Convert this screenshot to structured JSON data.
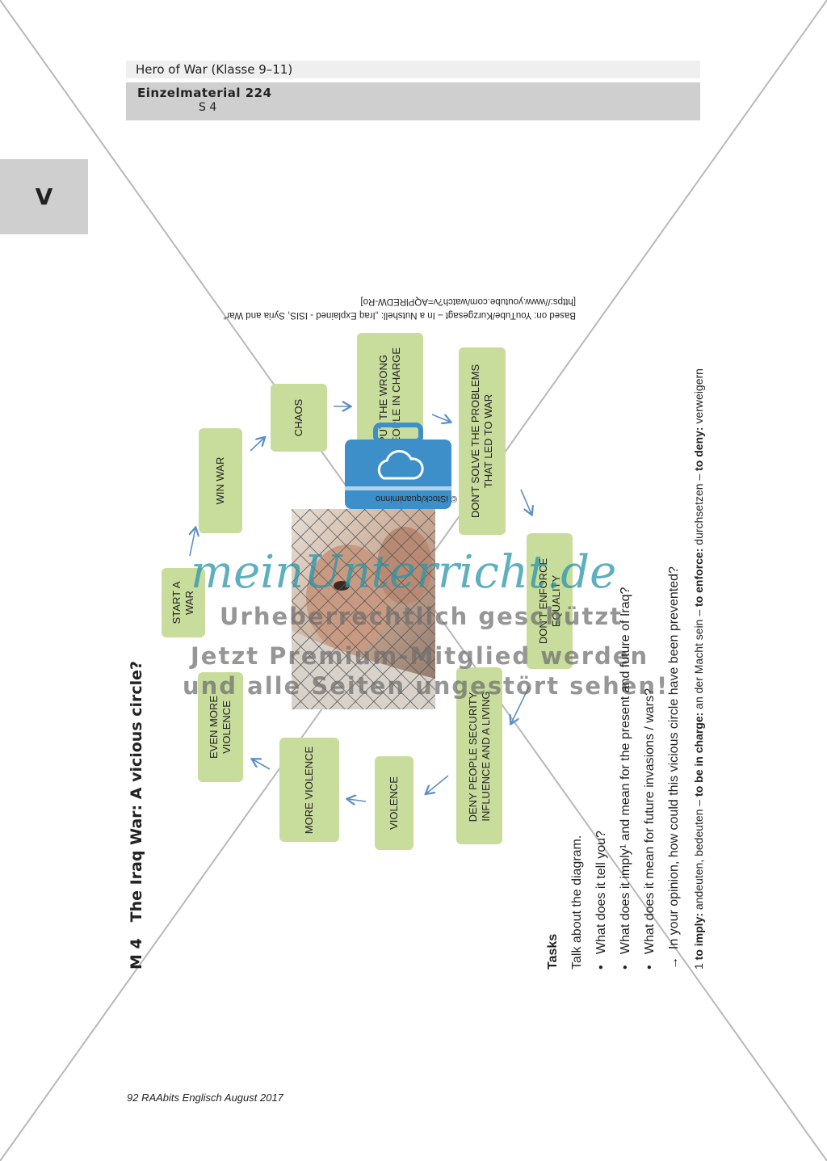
{
  "header": {
    "series": "Hero of War (Klasse 9–11)",
    "material": "Einzelmaterial 224",
    "page": "S 4",
    "section_tab": "V"
  },
  "worksheet": {
    "number": "M 4",
    "title": "The Iraq War: A vicious circle?",
    "source_line1": "Based on: YouTube/Kurzgesagt – In a Nutshell: „Iraq Explained - ISIS, Syria and War“",
    "source_line2": "[https://www.youtube.com/watch?v=AQPlREDW-Ro]",
    "photo_credit": "© iStock/quaniminno"
  },
  "diagram": {
    "start": "START A WAR",
    "win": "WIN  WAR",
    "chaos": "CHAOS",
    "wrong_people": "PUT THE WRONG PEOPLE IN CHARGE",
    "dont_solve": "DON'T SOLVE THE PROBLEMS THAT LED TO WAR",
    "equality": "DON'T ENFORCE EQUALITY",
    "deny": "DENY PEOPLE SECURITY, INFLUENCE AND A LIVING",
    "violence": "VIOLENCE",
    "more_violence": "MORE VIOLENCE",
    "even_more": "EVEN MORE VIOLENCE"
  },
  "tasks": {
    "heading": "Tasks",
    "intro": "Talk about the diagram.",
    "bullets": [
      "What does it tell you?",
      "What does it imply¹ and mean for the present and future of Iraq?",
      "What does it mean for future invasions / wars?"
    ],
    "arrow_task": "In your opinion, how could this vicious circle have been prevented?"
  },
  "glossary": {
    "note": "1",
    "t1": "to imply:",
    "d1": "andeuten, bedeuten –",
    "t2": "to be in charge:",
    "d2": "an der Macht sein –",
    "t3": "to enforce:",
    "d3": "durchsetzen –",
    "t4": "to deny:",
    "d4": "verweigern"
  },
  "watermark": {
    "brand": "meinUnterricht.de",
    "line1": "Urheberrechtlich geschützt",
    "line2": "Jetzt Premium-Mitglied werden",
    "line3": "und alle Seiten ungestört sehen!"
  },
  "footer": "92 RAAbits Englisch August 2017",
  "colors": {
    "box_fill": "#c8dc9c",
    "arrow": "#5b8fc7",
    "header_gray": "#cfcfcf",
    "watermark_blue": "#2896aa"
  }
}
